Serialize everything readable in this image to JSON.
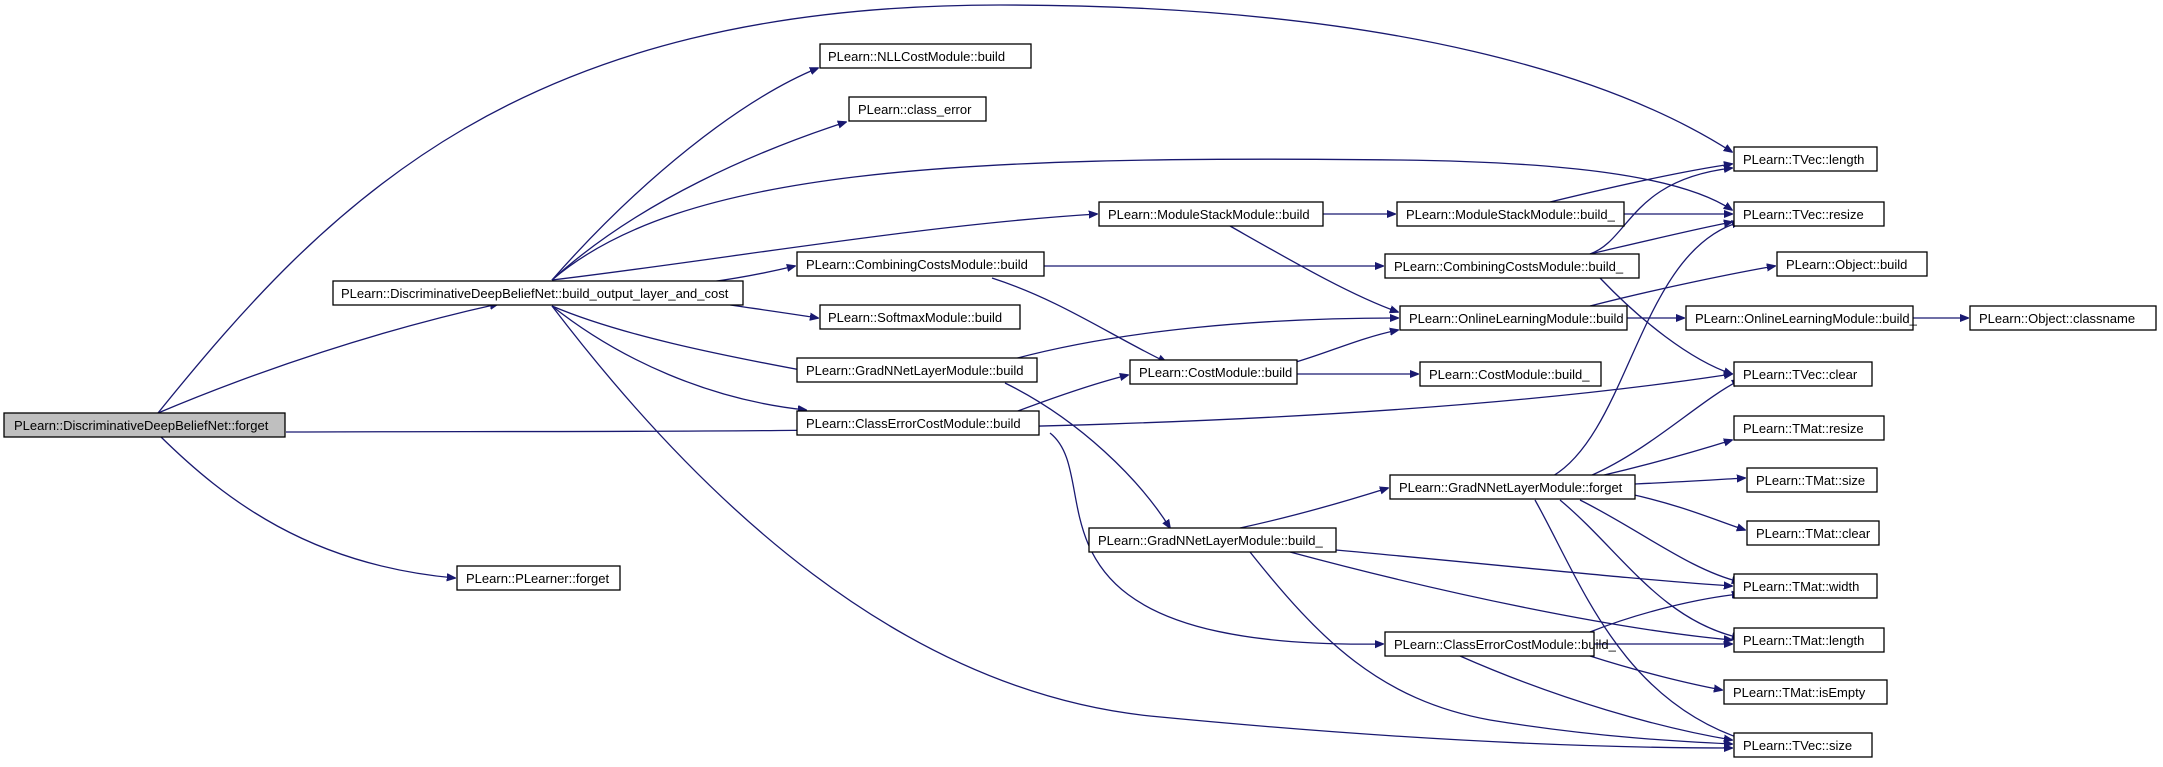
{
  "nodes": {
    "root": "PLearn::DiscriminativeDeepBeliefNet::forget",
    "build_output": "PLearn::DiscriminativeDeepBeliefNet::build_output_layer_and_cost",
    "pl_forget": "PLearn::PLearner::forget",
    "nll_build": "PLearn::NLLCostModule::build",
    "class_error": "PLearn::class_error",
    "msm_build": "PLearn::ModuleStackModule::build",
    "ccm_build": "PLearn::CombiningCostsModule::build",
    "softmax_build": "PLearn::SoftmaxModule::build",
    "gnl_build": "PLearn::GradNNetLayerModule::build",
    "cecm_build": "PLearn::ClassErrorCostModule::build",
    "msm_build_": "PLearn::ModuleStackModule::build_",
    "ccm_build_": "PLearn::CombiningCostsModule::build_",
    "olm_build": "PLearn::OnlineLearningModule::build",
    "cm_build": "PLearn::CostModule::build",
    "cm_build_": "PLearn::CostModule::build_",
    "gnl_build_": "PLearn::GradNNetLayerModule::build_",
    "gnl_forget": "PLearn::GradNNetLayerModule::forget",
    "cecm_build_": "PLearn::ClassErrorCostModule::build_",
    "olm_build_": "PLearn::OnlineLearningModule::build_",
    "obj_classname": "PLearn::Object::classname",
    "obj_build": "PLearn::Object::build",
    "tvec_length": "PLearn::TVec::length",
    "tvec_resize": "PLearn::TVec::resize",
    "tvec_clear": "PLearn::TVec::clear",
    "tmat_resize": "PLearn::TMat::resize",
    "tmat_size": "PLearn::TMat::size",
    "tmat_clear": "PLearn::TMat::clear",
    "tmat_width": "PLearn::TMat::width",
    "tmat_length": "PLearn::TMat::length",
    "tmat_isempty": "PLearn::TMat::isEmpty",
    "tvec_size": "PLearn::TVec::size"
  },
  "colors": {
    "edge": "#191970",
    "root_fill": "#bfbfbf",
    "node_fill": "#ffffff",
    "node_stroke": "#000000"
  }
}
